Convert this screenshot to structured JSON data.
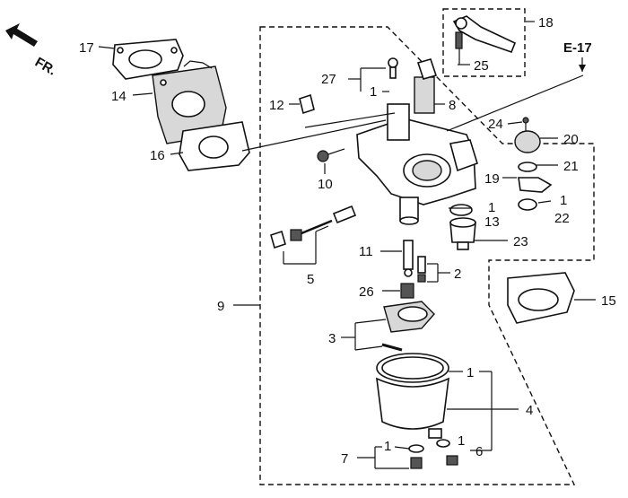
{
  "direction_label": "FR.",
  "reference_label": "E-17",
  "callouts": {
    "c1a": "1",
    "c1b": "1",
    "c1c": "1",
    "c1d": "1",
    "c1e": "1",
    "c1f": "1",
    "c2": "2",
    "c3": "3",
    "c4": "4",
    "c5": "5",
    "c6": "6",
    "c7": "7",
    "c8": "8",
    "c9": "9",
    "c10": "10",
    "c11": "11",
    "c12": "12",
    "c13": "13",
    "c14": "14",
    "c15": "15",
    "c16": "16",
    "c17": "17",
    "c18": "18",
    "c19": "19",
    "c20": "20",
    "c21": "21",
    "c22": "22",
    "c23": "23",
    "c24": "24",
    "c25": "25",
    "c26": "26",
    "c27": "27"
  }
}
